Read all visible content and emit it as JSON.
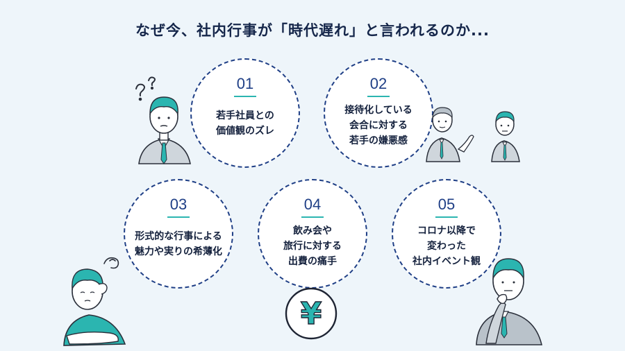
{
  "title": "なぜ今、社内行事が「時代遅れ」と言われるのか...",
  "reasons": [
    {
      "num": "01",
      "lines": [
        "若手社員との",
        "価値観のズレ"
      ]
    },
    {
      "num": "02",
      "lines": [
        "接待化している",
        "会合に対する",
        "若手の嫌悪感"
      ]
    },
    {
      "num": "03",
      "lines": [
        "形式的な行事による",
        "魅力や実りの希薄化"
      ]
    },
    {
      "num": "04",
      "lines": [
        "飲み会や",
        "旅行に対する",
        "出費の痛手"
      ]
    },
    {
      "num": "05",
      "lines": [
        "コロナ以降で",
        "変わった",
        "社内イベント観"
      ]
    }
  ],
  "coin_symbol": "¥",
  "colors": {
    "navy": "#1f3f86",
    "teal": "#2bb5b0",
    "background": "#eef5fa",
    "suit": "#cfd6dc"
  },
  "icons": [
    "question-marks-icon",
    "thinking-bubble-icon",
    "yen-coin-icon"
  ]
}
